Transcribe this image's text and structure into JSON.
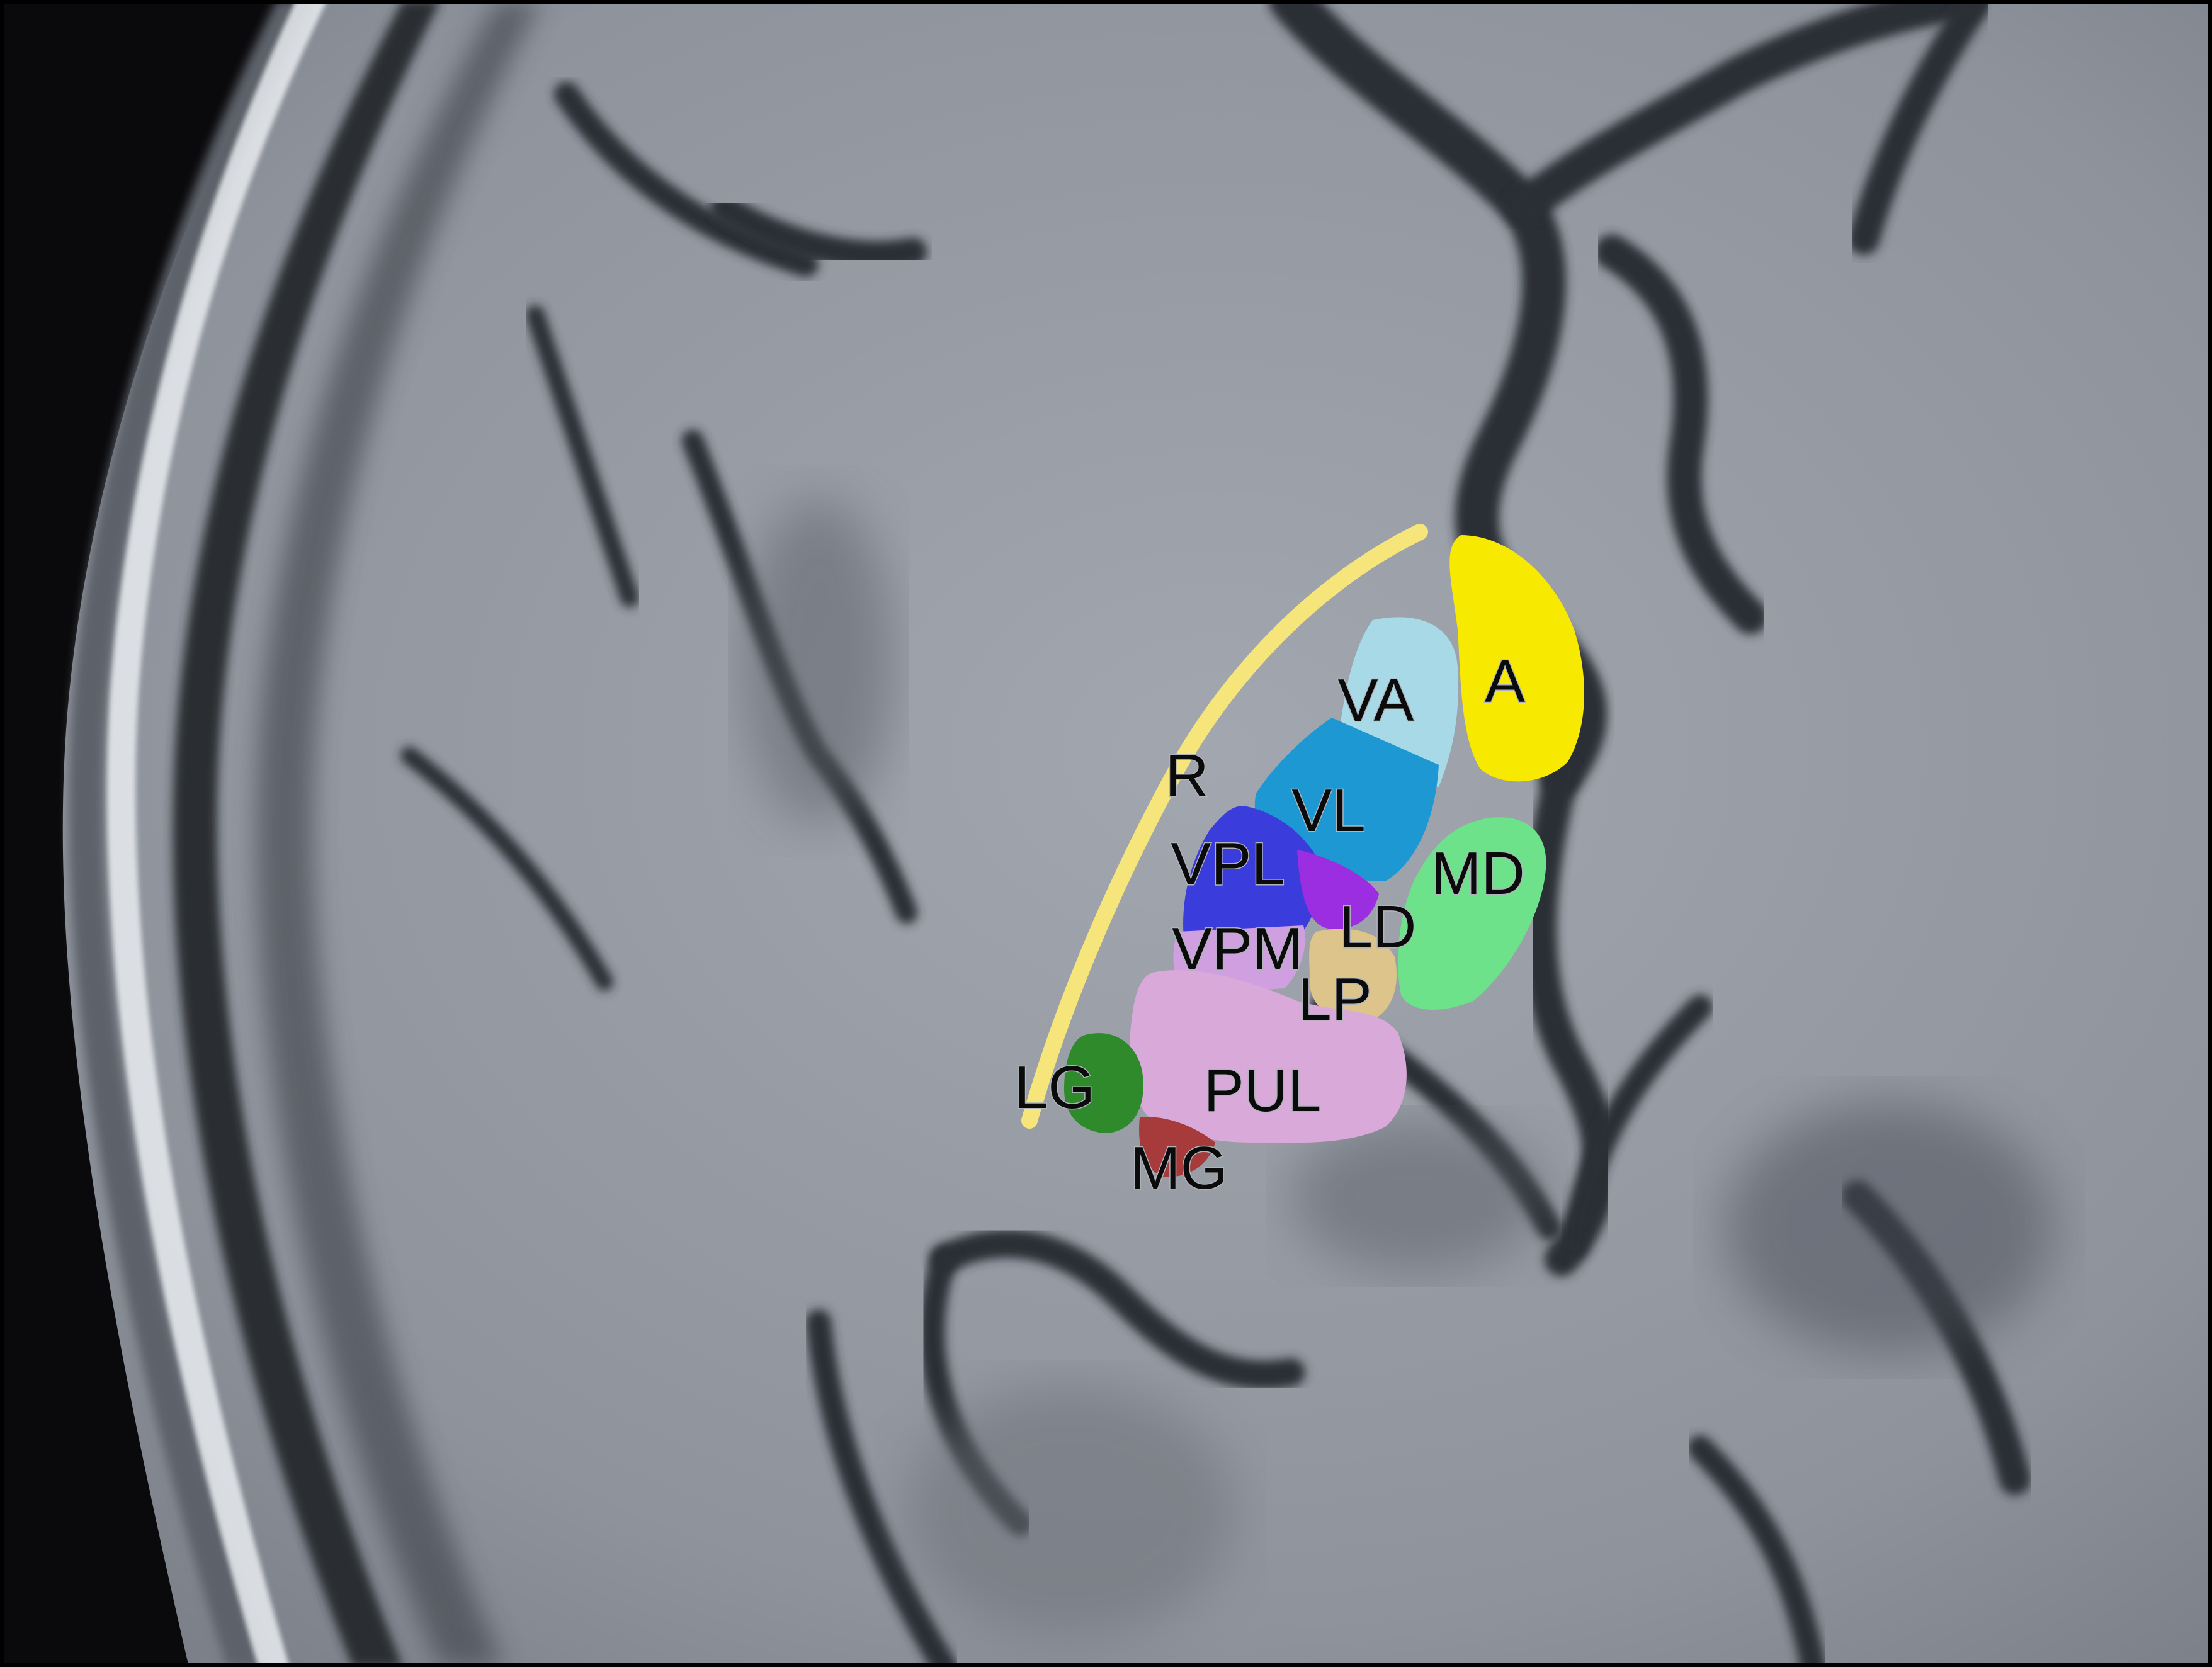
{
  "image": {
    "kind": "axial brain MRI with color-coded thalamic nuclei",
    "background_color": "#8e939c"
  },
  "regions": [
    {
      "key": "A",
      "label": "A",
      "color": "#f7ea00"
    },
    {
      "key": "VA",
      "label": "VA",
      "color": "#a9dcea"
    },
    {
      "key": "VL",
      "label": "VL",
      "color": "#1e98d3"
    },
    {
      "key": "R",
      "label": "R",
      "color": "#f5e57a"
    },
    {
      "key": "VPL",
      "label": "VPL",
      "color": "#3a3cdc"
    },
    {
      "key": "MD",
      "label": "MD",
      "color": "#6ee28a"
    },
    {
      "key": "LD",
      "label": "LD",
      "color": "#9a2ee0"
    },
    {
      "key": "VPM",
      "label": "VPM",
      "color": "#cf9fe0"
    },
    {
      "key": "LP",
      "label": "LP",
      "color": "#dcc48a"
    },
    {
      "key": "PUL",
      "label": "PUL",
      "color": "#d9a9d9"
    },
    {
      "key": "LG",
      "label": "LG",
      "color": "#2f8a2c"
    },
    {
      "key": "MG",
      "label": "MG",
      "color": "#a73b3b"
    }
  ]
}
